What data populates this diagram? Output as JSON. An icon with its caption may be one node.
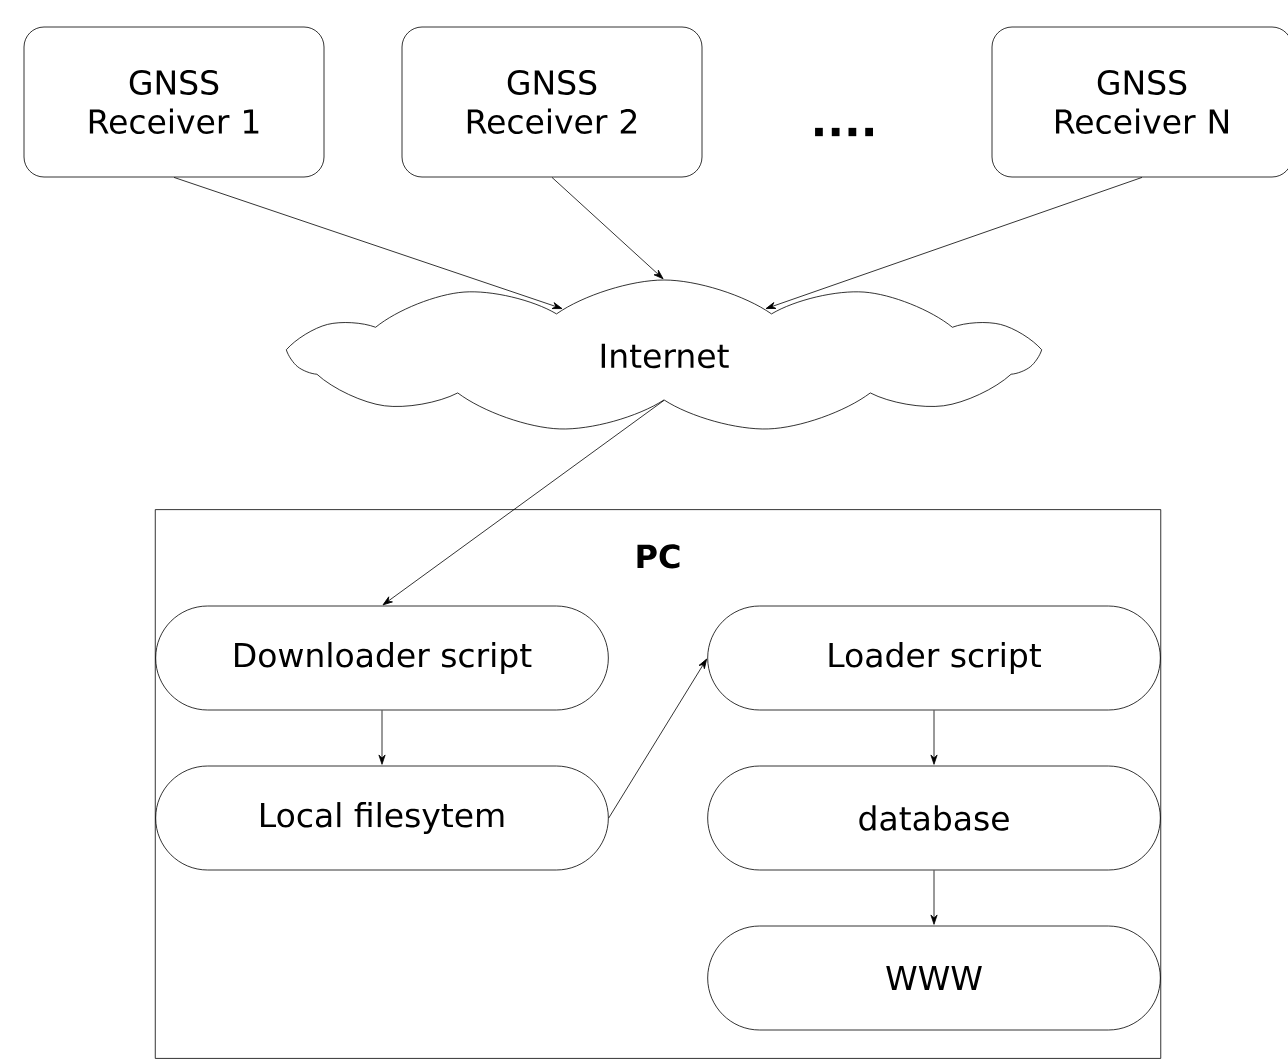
{
  "diagram": {
    "nodes": [
      {
        "text": [
          "GNSS Receiver 1"
        ]
      },
      {
        "text": [
          "GNSS Receiver 2"
        ]
      },
      {
        "text": [
          "GNSS Receiver N"
        ]
      },
      {
        "text": [
          "Internet"
        ]
      },
      {
        "text": [
          "PC"
        ]
      },
      {
        "text": [
          "Downloader script"
        ],
        "in": 4
      },
      {
        "text": [
          "Local filesytem"
        ],
        "in": 4
      },
      {
        "text": [
          "Loader script"
        ],
        "in": 4
      },
      {
        "text": [
          "database"
        ],
        "in": 4
      },
      {
        "text": [
          "WWW"
        ],
        "in": 4
      }
    ],
    "edges": [
      {
        "from": 0,
        "to": 3,
        "arrow": "to"
      },
      {
        "from": 1,
        "to": 3,
        "arrow": "to"
      },
      {
        "from": 2,
        "to": 3,
        "arrow": "to"
      },
      {
        "from": 3,
        "to": 5,
        "arrow": "to"
      },
      {
        "from": 5,
        "to": 6,
        "arrow": "to"
      },
      {
        "from": 6,
        "to": 7,
        "arrow": "to"
      },
      {
        "from": 7,
        "to": 8,
        "arrow": "to"
      },
      {
        "from": 8,
        "to": 9,
        "arrow": "to"
      }
    ],
    "labels": [
      "...."
    ]
  }
}
